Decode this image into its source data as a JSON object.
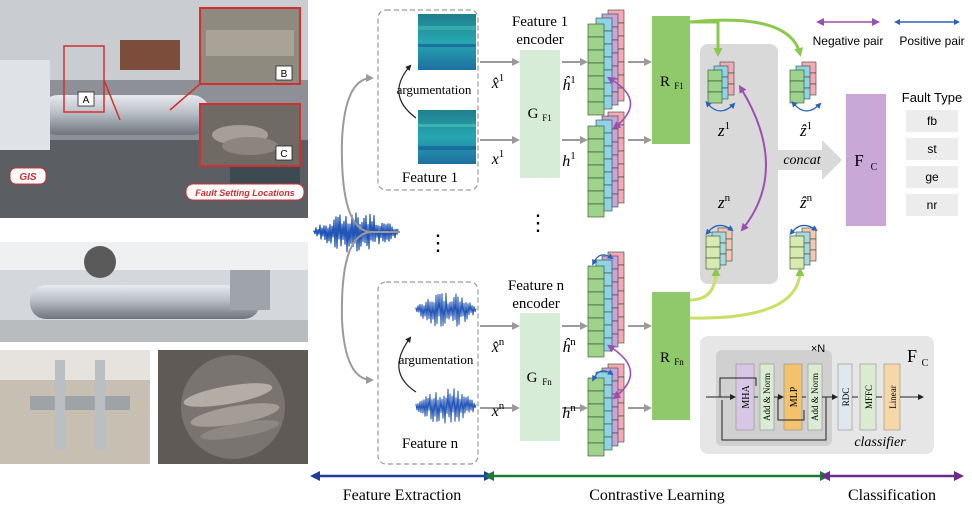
{
  "photos": {
    "callout_a": "A",
    "callout_b": "B",
    "callout_c": "C",
    "gis_label": "GIS",
    "fault_locations_label": "Fault Setting Locations"
  },
  "feature_blocks": {
    "top": {
      "augment_label": "argumentation",
      "name": "Feature 1",
      "x_hat": "x̂1",
      "x": "x1",
      "h_hat": "ĥ1",
      "h": "h1"
    },
    "bottom": {
      "augment_label": "argumentation",
      "name": "Feature n",
      "x_hat": "x̂n",
      "x": "xn",
      "h_hat": "ĥn",
      "h": "hn"
    },
    "ellipsis": "⋮"
  },
  "encoders": {
    "top_title_line1": "Feature 1",
    "top_title_line2": "encoder",
    "top_block": "G",
    "top_sub": "F1",
    "bottom_title_line1": "Feature n",
    "bottom_title_line2": "encoder",
    "bottom_block": "G",
    "bottom_sub": "Fn"
  },
  "projectors": {
    "top_block": "R",
    "top_sub": "F1",
    "bottom_block": "R",
    "bottom_sub": "Fn"
  },
  "embeddings": {
    "z1": "z1",
    "z1_hat": "ẑ1",
    "zn": "zn",
    "zn_hat": "ẑn",
    "concat": "concat"
  },
  "legend": {
    "negative": "Negative pair",
    "positive": "Positive pair",
    "negative_color": "#9c4fb3",
    "positive_color": "#2b63b8"
  },
  "classifier": {
    "block": "F",
    "sub": "C",
    "fault_type_title": "Fault Type",
    "fault_types": [
      "fb",
      "st",
      "ge",
      "nr"
    ]
  },
  "detail": {
    "title": "F",
    "sub": "C",
    "repeat": "×N",
    "mha": "MHA",
    "add_norm_1": "Add & Norm",
    "mlp": "MLP",
    "add_norm_2": "Add & Norm",
    "rdc": "RDC",
    "mffc": "MFFC",
    "linear": "Linear",
    "classifier_label": "classifier"
  },
  "stages": {
    "extraction": "Feature Extraction",
    "contrastive": "Contrastive Learning",
    "classification": "Classification"
  },
  "colors": {
    "encoder_fill": "#d6ecd6",
    "projector_fill": "#8fc96b",
    "classifier_fill": "#c9a8d8",
    "signal": "#2255b5",
    "stage_blue": "#1f3f9a",
    "stage_green": "#1f7a3a",
    "stage_purple": "#6a2d8a",
    "green_arrow": "#8cc84b"
  }
}
